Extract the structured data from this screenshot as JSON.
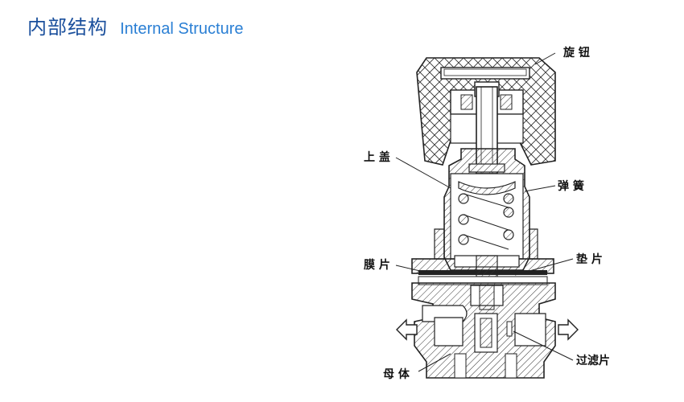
{
  "header": {
    "title_cn": "内部结构",
    "title_en": "Internal Structure"
  },
  "labels": {
    "knob": "旋 钮",
    "upper_cover": "上 盖",
    "spring": "弹 簧",
    "diaphragm": "膜 片",
    "gasket": "垫 片",
    "filter": "过滤片",
    "body": "母 体"
  },
  "colors": {
    "title_cn": "#1a4f9c",
    "title_en": "#2a7fd4",
    "line": "#222222"
  }
}
